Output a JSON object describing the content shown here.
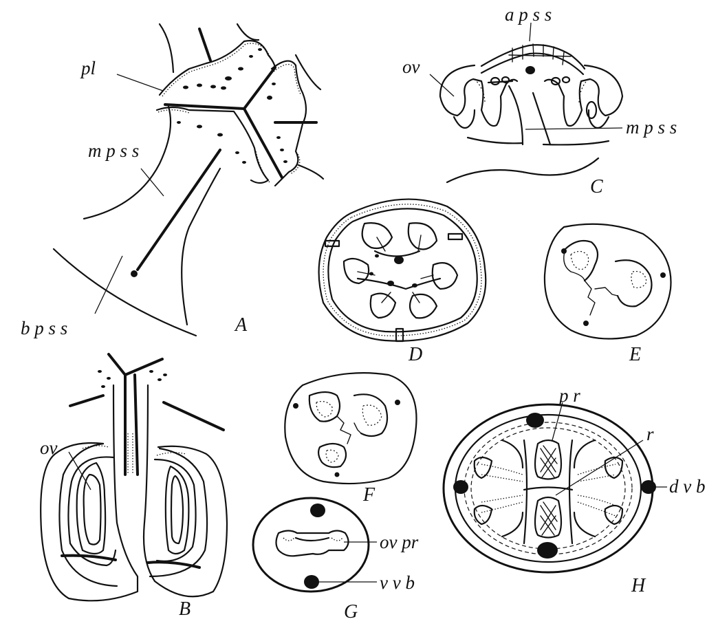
{
  "panels": {
    "A": {
      "caption": "A",
      "labels": {
        "pl": "pl",
        "mpss": "m p s s",
        "bpss": "b p s s"
      }
    },
    "B": {
      "caption": "B",
      "labels": {
        "ov": "ov"
      }
    },
    "C": {
      "caption": "C",
      "labels": {
        "apss": "a p s s",
        "ov": "ov",
        "mpss": "m p s s"
      }
    },
    "D": {
      "caption": "D"
    },
    "E": {
      "caption": "E"
    },
    "F": {
      "caption": "F"
    },
    "G": {
      "caption": "G",
      "labels": {
        "ovpr": "ov pr",
        "vvb": "v v b"
      }
    },
    "H": {
      "caption": "H",
      "labels": {
        "pr": "p r",
        "r": "r",
        "dvb": "d v b"
      }
    }
  }
}
